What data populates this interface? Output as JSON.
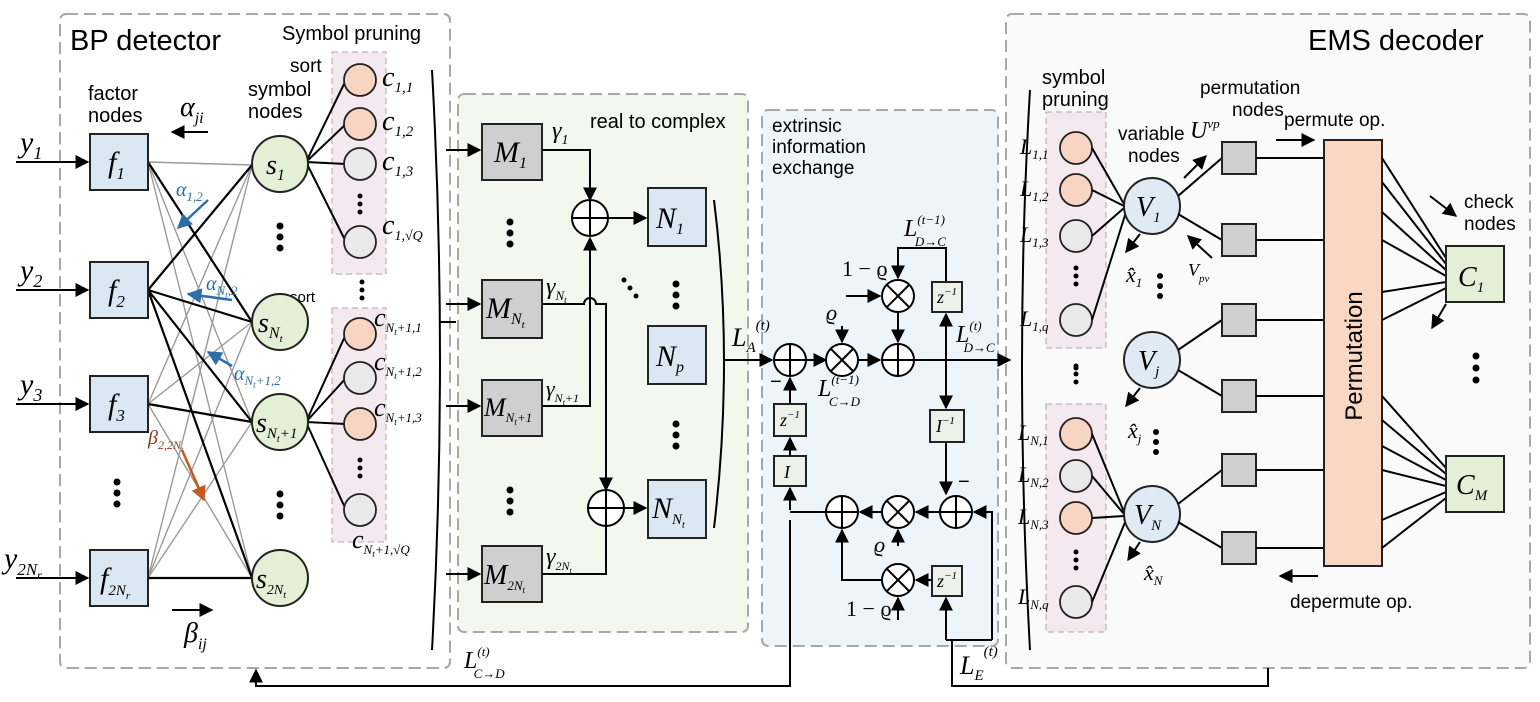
{
  "regions": {
    "bp_detector": "BP detector",
    "ems_decoder": "EMS decoder",
    "real_to_complex": "real to complex",
    "extrinsic_line1": "extrinsic",
    "extrinsic_line2": "information",
    "extrinsic_line3": "exchange"
  },
  "labels": {
    "factor_nodes_1": "factor",
    "factor_nodes_2": "nodes",
    "symbol_nodes_1": "symbol",
    "symbol_nodes_2": "nodes",
    "symbol_pruning": "Symbol pruning",
    "sort_top": "sort",
    "sort_bottom": "sort",
    "dec_symbol_1": "symbol",
    "dec_symbol_2": "pruning",
    "variable_1": "variable",
    "variable_2": "nodes",
    "perm_nodes_1": "permutation",
    "perm_nodes_2": "nodes",
    "permute_op": "permute op.",
    "depermute_op": "depermute op.",
    "check_1": "check",
    "check_2": "nodes",
    "permutation_block": "Permutation"
  },
  "math": {
    "y1": "y",
    "y1s": "1",
    "y2": "y",
    "y2s": "2",
    "y3": "y",
    "y3s": "3",
    "y4": "y",
    "y4s": "2N",
    "f1": "f",
    "f1s": "1",
    "f2": "f",
    "f2s": "2",
    "f3": "f",
    "f3s": "3",
    "f4": "f",
    "f4s": "2N",
    "s1": "s",
    "s1s": "1",
    "s2": "s",
    "s2s": "N",
    "s3": "s",
    "s3s": "N",
    "s4": "s",
    "s4s": "2N",
    "alpha_ji": "α",
    "alpha_ji_s": "ji",
    "beta_ij": "β",
    "beta_ij_s": "ij",
    "alpha12": "α",
    "alpha12s": "1,2",
    "alphaNt2": "α",
    "alphaNt2s": "N",
    "alphaNt12": "α",
    "alphaNt12s": "N",
    "beta22Nt": "β",
    "beta22Nts": "2,2N",
    "c11": "c",
    "c11s": "1,1",
    "c12": "c",
    "c12s": "1,2",
    "c13": "c",
    "c13s": "1,3",
    "c1q": "c",
    "c1qs": "1,√Q",
    "cN1": "c",
    "cN1s": "N",
    "cN2": "c",
    "cN2s": "N",
    "cN3": "c",
    "cN3s": "N",
    "cNq": "c",
    "cNqs": "N",
    "M1": "M",
    "M1s": "1",
    "MNt": "M",
    "MNts": "N",
    "MNt1": "M",
    "MNt1s": "N",
    "M2Nt": "M",
    "M2Nts": "2N",
    "g1": "γ",
    "g1s": "1",
    "gNt": "γ",
    "gNts": "N",
    "gNt1": "γ",
    "gNt1s": "N",
    "g2Nt": "γ",
    "g2Nts": "2N",
    "N1": "N",
    "N1s": "1",
    "Np": "N",
    "Nps": "p",
    "NNt": "N",
    "NNts": "N",
    "LA": "L",
    "LAs": "A",
    "LAt": "(t)",
    "LCD_prev": "L",
    "LCD_prev_sup": "(t−1)",
    "LCD_prev_sub": "C→D",
    "LDC_prev": "L",
    "LDC_prev_sup": "(t−1)",
    "LDC_prev_sub": "D→C",
    "LDC": "L",
    "LDC_sup": "(t)",
    "LDC_sub": "D→C",
    "LCD": "L",
    "LCD_sup": "(t)",
    "LCD_sub": "C→D",
    "LE": "L",
    "LEs": "E",
    "LEt": "(t)",
    "one_minus_rho_top": "1 − ϱ",
    "one_minus_rho_bot": "1 − ϱ",
    "rho_top": "ϱ",
    "rho_bot": "ϱ",
    "zinv": "z",
    "zinv_exp": "−1",
    "I": "I",
    "Iinv_exp": "−1",
    "minus": "−",
    "L11": "L",
    "L11s": "1,1",
    "L12": "L",
    "L12s": "1,2",
    "L13": "L",
    "L13s": "1,3",
    "L1q": "L",
    "L1qs": "1,q",
    "LN1": "L",
    "LN1s": "N,1",
    "LN2": "L",
    "LN2s": "N,2",
    "LN3": "L",
    "LN3s": "N,3",
    "LNq": "L",
    "LNqs": "N,q",
    "V1": "V",
    "V1s": "1",
    "Vj": "V",
    "Vjs": "j",
    "VN": "V",
    "VNs": "N",
    "x1": "x̂",
    "x1s": "1",
    "xj": "x̂",
    "xjs": "j",
    "xN": "x̂",
    "xNs": "N",
    "Uvp": "U",
    "Uvps": "vp",
    "Vpv": "V",
    "Vpvs": "pv",
    "C1": "C",
    "C1s": "1",
    "CM": "C",
    "CMs": "M"
  }
}
